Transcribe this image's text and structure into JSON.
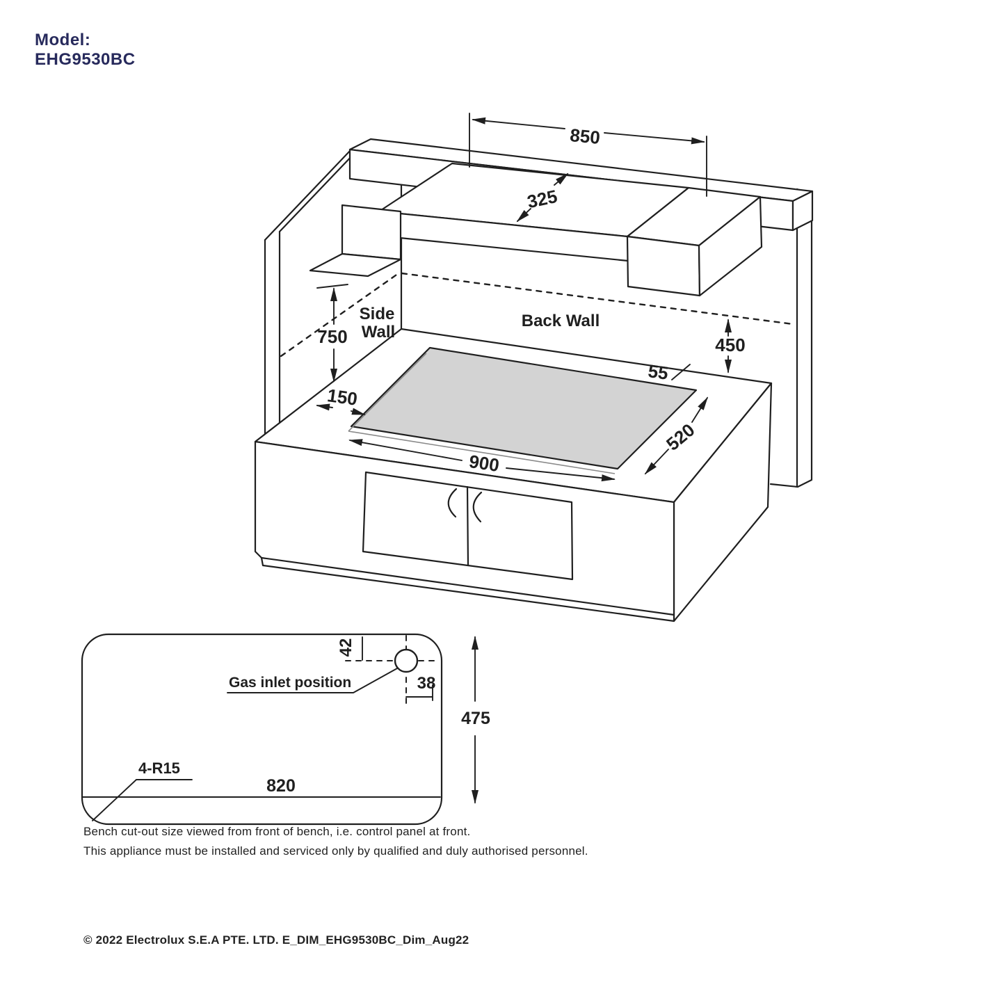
{
  "colors": {
    "ink": "#1f1f1f",
    "navy": "#272a5c",
    "cooktop_fill": "#d3d3d3"
  },
  "header": {
    "model_label": "Model:",
    "model_number": "EHG9530BC"
  },
  "iso": {
    "side_wall_line1": "Side",
    "side_wall_line2": "Wall",
    "back_wall_label": "Back Wall",
    "dim_hood_width": "850",
    "dim_hood_depth": "325",
    "dim_clearance_height_side": "750",
    "dim_hood_above_bench": "450",
    "dim_back_gap": "55",
    "dim_side_gap": "150",
    "dim_cooktop_width": "900",
    "dim_cooktop_depth": "520"
  },
  "cutout": {
    "gas_inlet_label": "Gas inlet position",
    "corner_radius_label": "4-R15",
    "dim_inlet_from_top": "42",
    "dim_inlet_from_center": "38",
    "dim_cutout_depth": "475",
    "dim_cutout_width": "820"
  },
  "notes": {
    "line1": "Bench cut-out size viewed from front of bench, i.e. control panel at front.",
    "line2": "This appliance must be installed and serviced only by qualified and duly authorised personnel."
  },
  "footer": {
    "copyright": "© 2022 Electrolux S.E.A PTE. LTD. E_DIM_EHG9530BC_Dim_Aug22"
  }
}
